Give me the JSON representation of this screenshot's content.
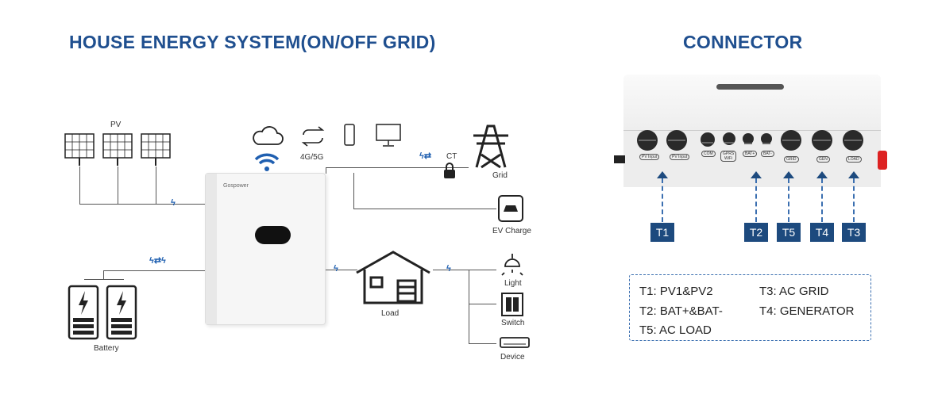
{
  "left_title": "HOUSE ENERGY SYSTEM(ON/OFF GRID)",
  "right_title": "CONNECTOR",
  "diagram": {
    "pv": "PV",
    "network": "4G/5G",
    "ct": "CT",
    "grid": "Grid",
    "ev": "EV Charge",
    "light": "Light",
    "switch": "Switch",
    "device": "Device",
    "load": "Load",
    "battery": "Battery",
    "brand": "Gospower"
  },
  "connector": {
    "ports": [
      "PV Input",
      "PV Input",
      "COM",
      "GPRS WiFi",
      "BAT+",
      "BAT-",
      "GRID",
      "GEN",
      "LOAD"
    ],
    "badges": [
      "T1",
      "T2",
      "T5",
      "T4",
      "T3"
    ],
    "legend": [
      "T1: PV1&PV2",
      "T3: AC GRID",
      "T2: BAT+&BAT-",
      "T4: GENERATOR",
      "T5: AC LOAD"
    ]
  },
  "colors": {
    "title": "#1f4f8f",
    "badge": "#1d4a7e",
    "bolt": "#1f5fb0"
  }
}
